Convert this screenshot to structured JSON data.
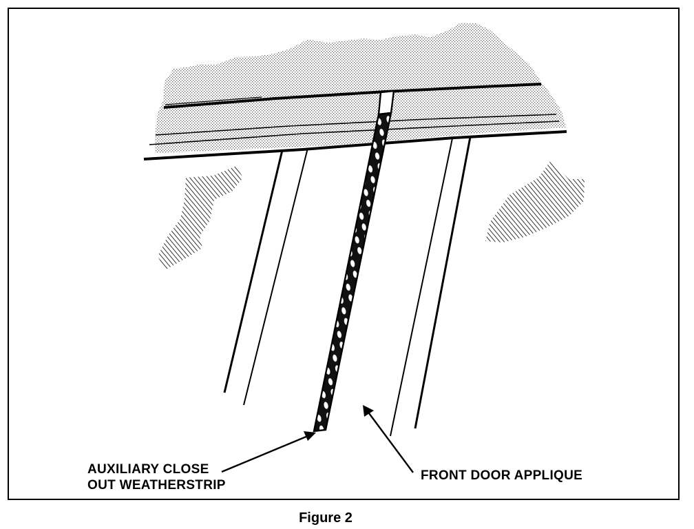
{
  "callouts": {
    "weatherstrip_line1": "AUXILIARY CLOSE",
    "weatherstrip_line2": "OUT WEATHERSTRIP",
    "applique": "FRONT DOOR APPLIQUE"
  },
  "caption": "Figure 2",
  "colors": {
    "ink": "#000000",
    "paper": "#ffffff",
    "roof_stipple": "#7a7a7a"
  }
}
